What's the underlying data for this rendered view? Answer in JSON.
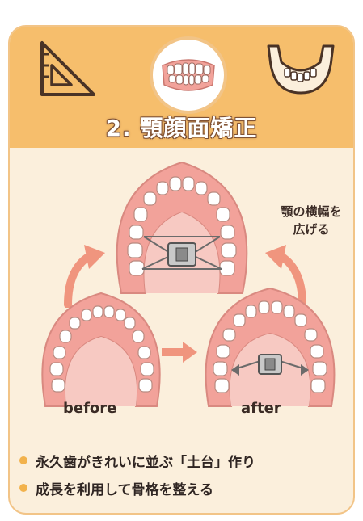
{
  "title": "2. 顎顔面矯正",
  "callout": [
    "顎の横幅を",
    "広げる"
  ],
  "labels": {
    "before": "before",
    "after": "after"
  },
  "bullets": [
    "永久歯がきれいに並ぶ「土台」作り",
    "成長を利用して骨格を整える"
  ],
  "colors": {
    "header": "#f6be6c",
    "card": "#fbefdc",
    "gum": "#f2a29a",
    "arrow": "#f0957e",
    "bullet_dot": "#f2b24c"
  },
  "icons": [
    "triangle-ruler-icon",
    "teeth-smile-icon",
    "jaw-icon",
    "bullet-dot-icon"
  ]
}
